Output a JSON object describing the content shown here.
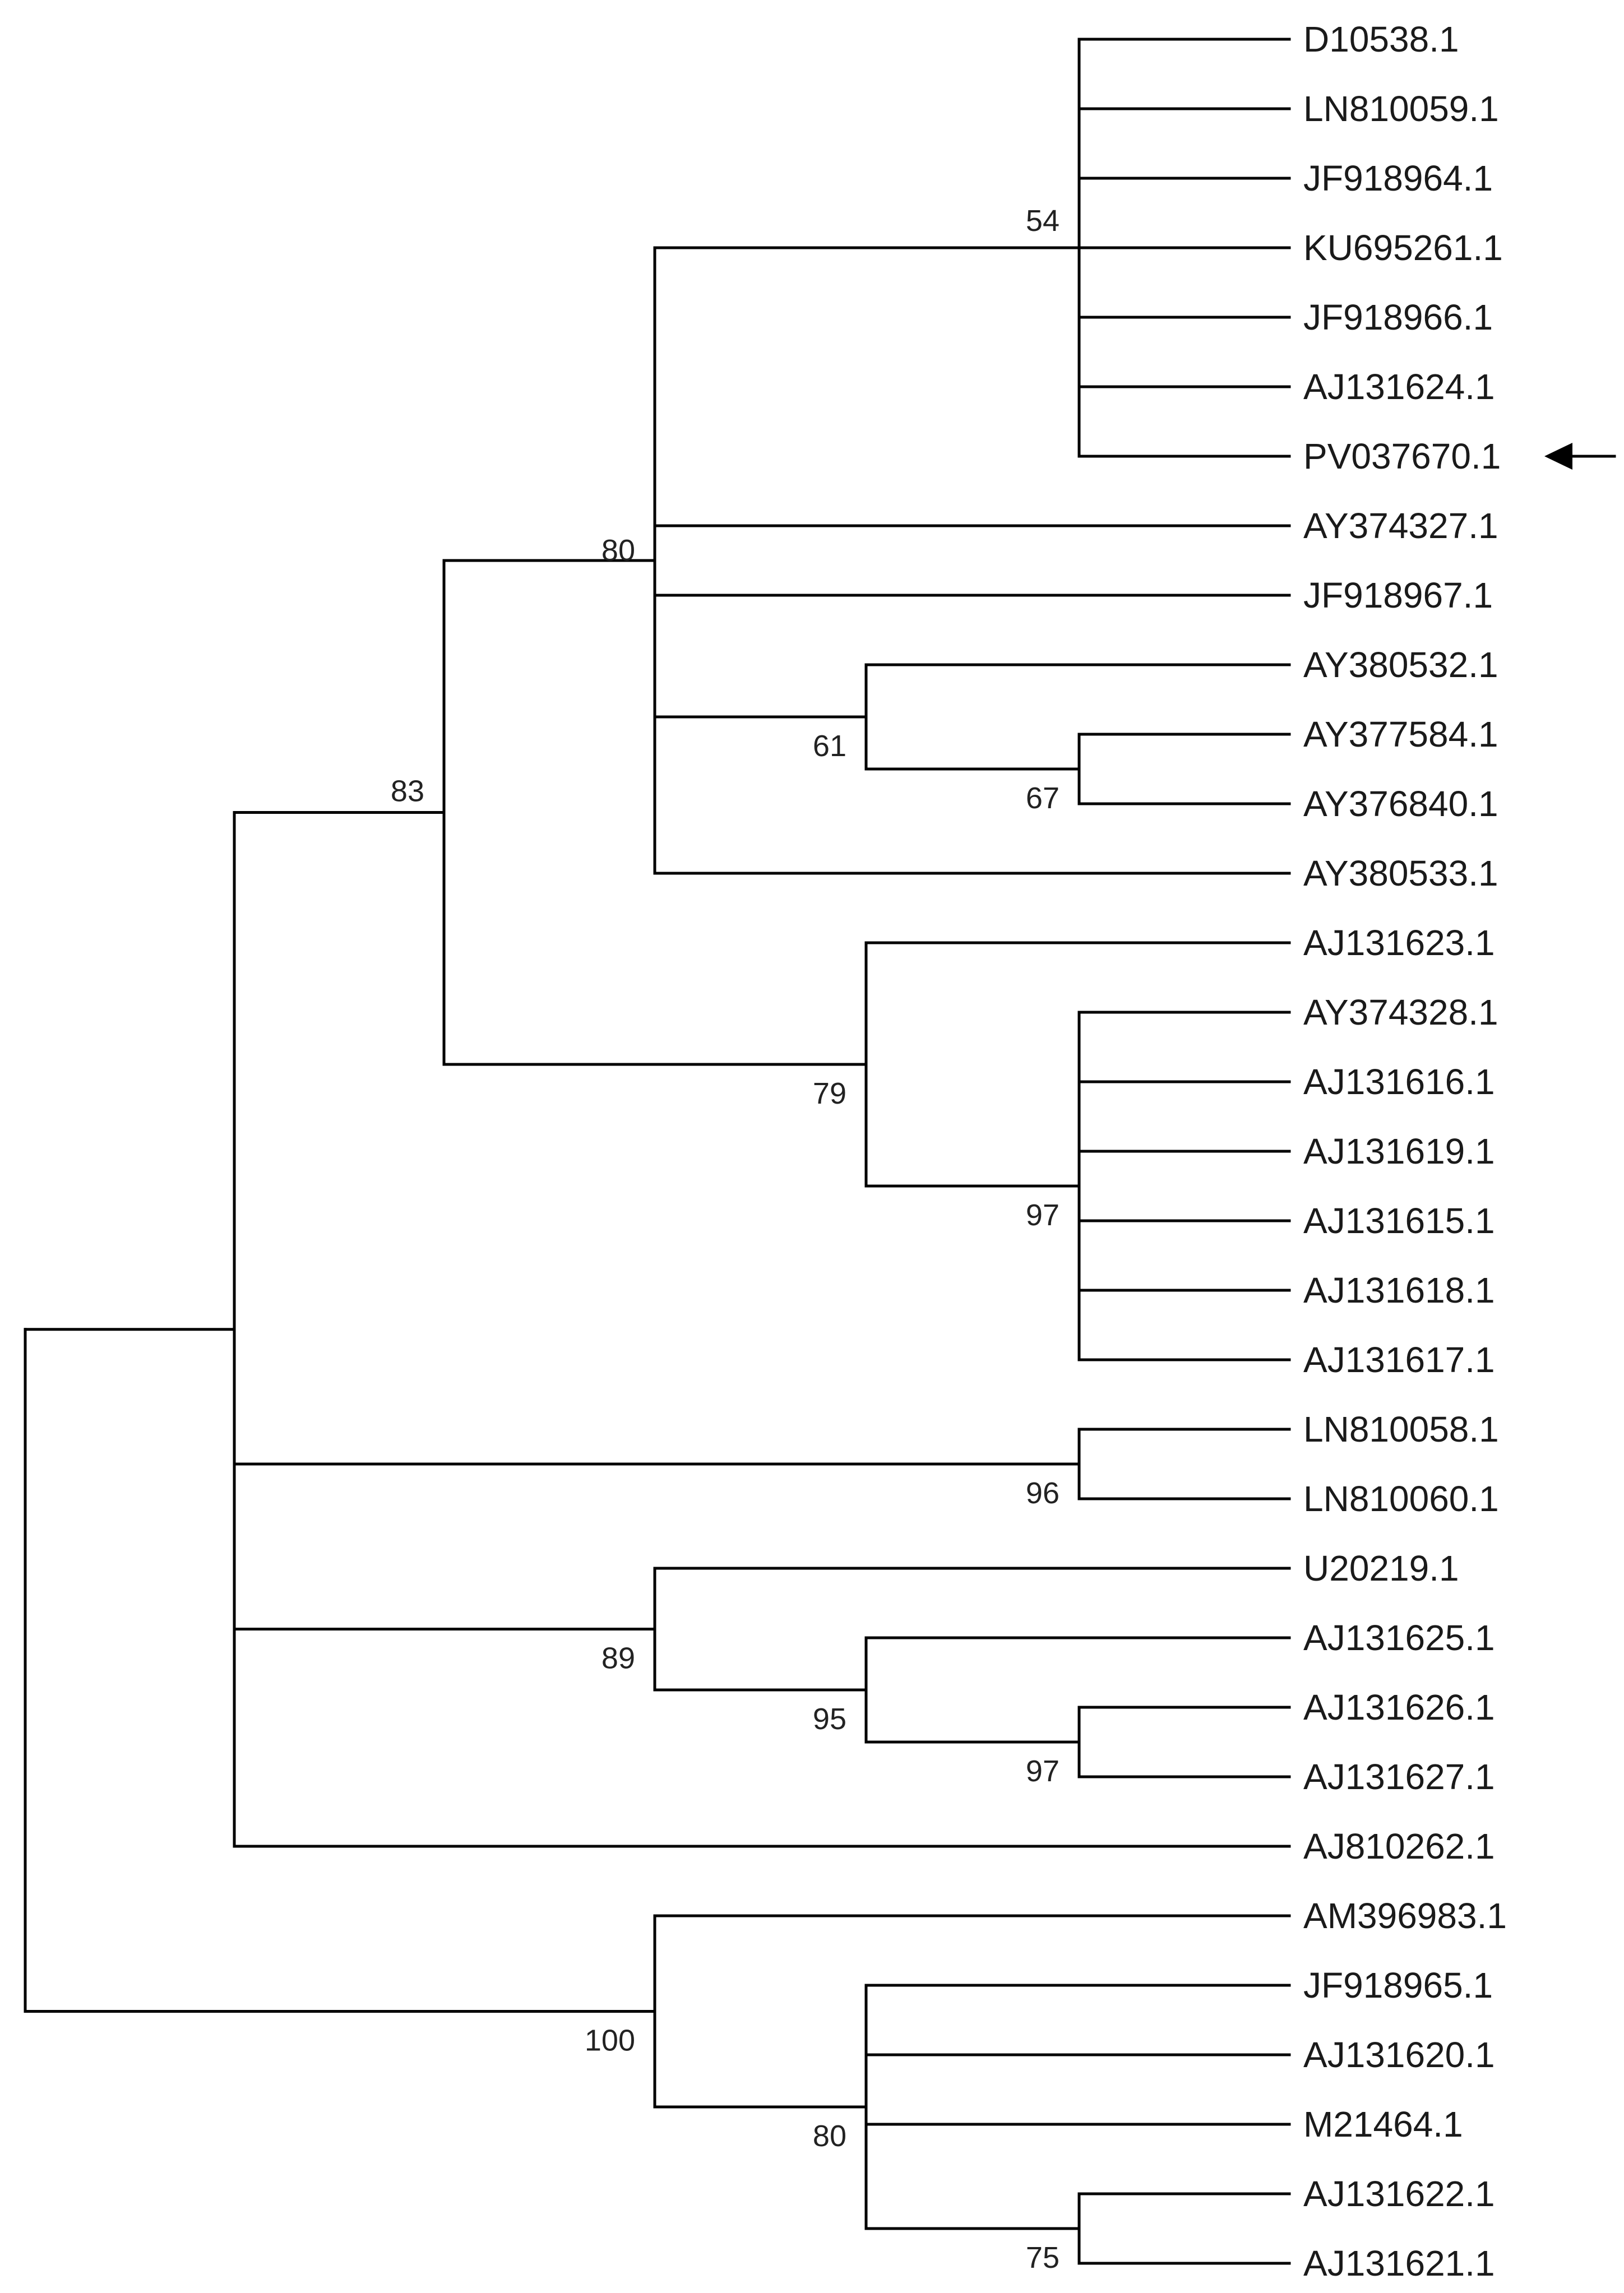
{
  "tree": {
    "highlight_marker": "arrow-left",
    "stroke_color": "#000000",
    "text_color": "#1a1a1a",
    "leaves": [
      "D10538.1",
      "LN810059.1",
      "JF918964.1",
      "KU695261.1",
      "JF918966.1",
      "AJ131624.1",
      "PV037670.1",
      "AY374327.1",
      "JF918967.1",
      "AY380532.1",
      "AY377584.1",
      "AY376840.1",
      "AY380533.1",
      "AJ131623.1",
      "AY374328.1",
      "AJ131616.1",
      "AJ131619.1",
      "AJ131615.1",
      "AJ131618.1",
      "AJ131617.1",
      "LN810058.1",
      "LN810060.1",
      "U20219.1",
      "AJ131625.1",
      "AJ131626.1",
      "AJ131627.1",
      "AJ810262.1",
      "AM396983.1",
      "JF918965.1",
      "AJ131620.1",
      "M21464.1",
      "AJ131622.1",
      "AJ131621.1"
    ],
    "highlighted_leaf": "PV037670.1",
    "supports": {
      "nA": "54",
      "nB": "67",
      "nC": "61",
      "nD": "80",
      "nE": "97",
      "nF": "79",
      "nG": "83",
      "nH": "96",
      "nI": "97",
      "nJ": "95",
      "nK": "89",
      "nL": "75",
      "nM": "80",
      "nN": "100"
    }
  }
}
